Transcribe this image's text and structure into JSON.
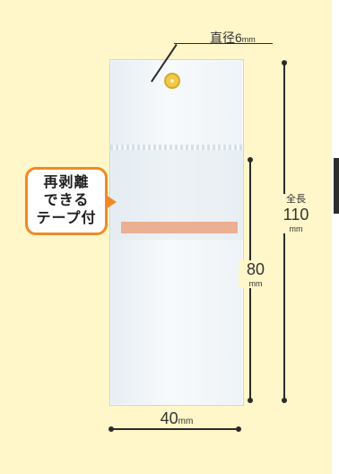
{
  "bag": {
    "tape_callout": [
      "再剥離",
      "できる",
      "テープ付"
    ]
  },
  "dimensions": {
    "hole": {
      "label": "直径6",
      "unit": "mm"
    },
    "total_height": {
      "label": "全長",
      "value": "110",
      "unit": "mm"
    },
    "body_height": {
      "value": "80",
      "unit": "mm"
    },
    "width": {
      "value": "40",
      "unit": "mm"
    }
  },
  "colors": {
    "background": "#fff6c9",
    "callout_border": "#f08a28",
    "tape": "#eba98a",
    "hole": "#f0c94a"
  }
}
